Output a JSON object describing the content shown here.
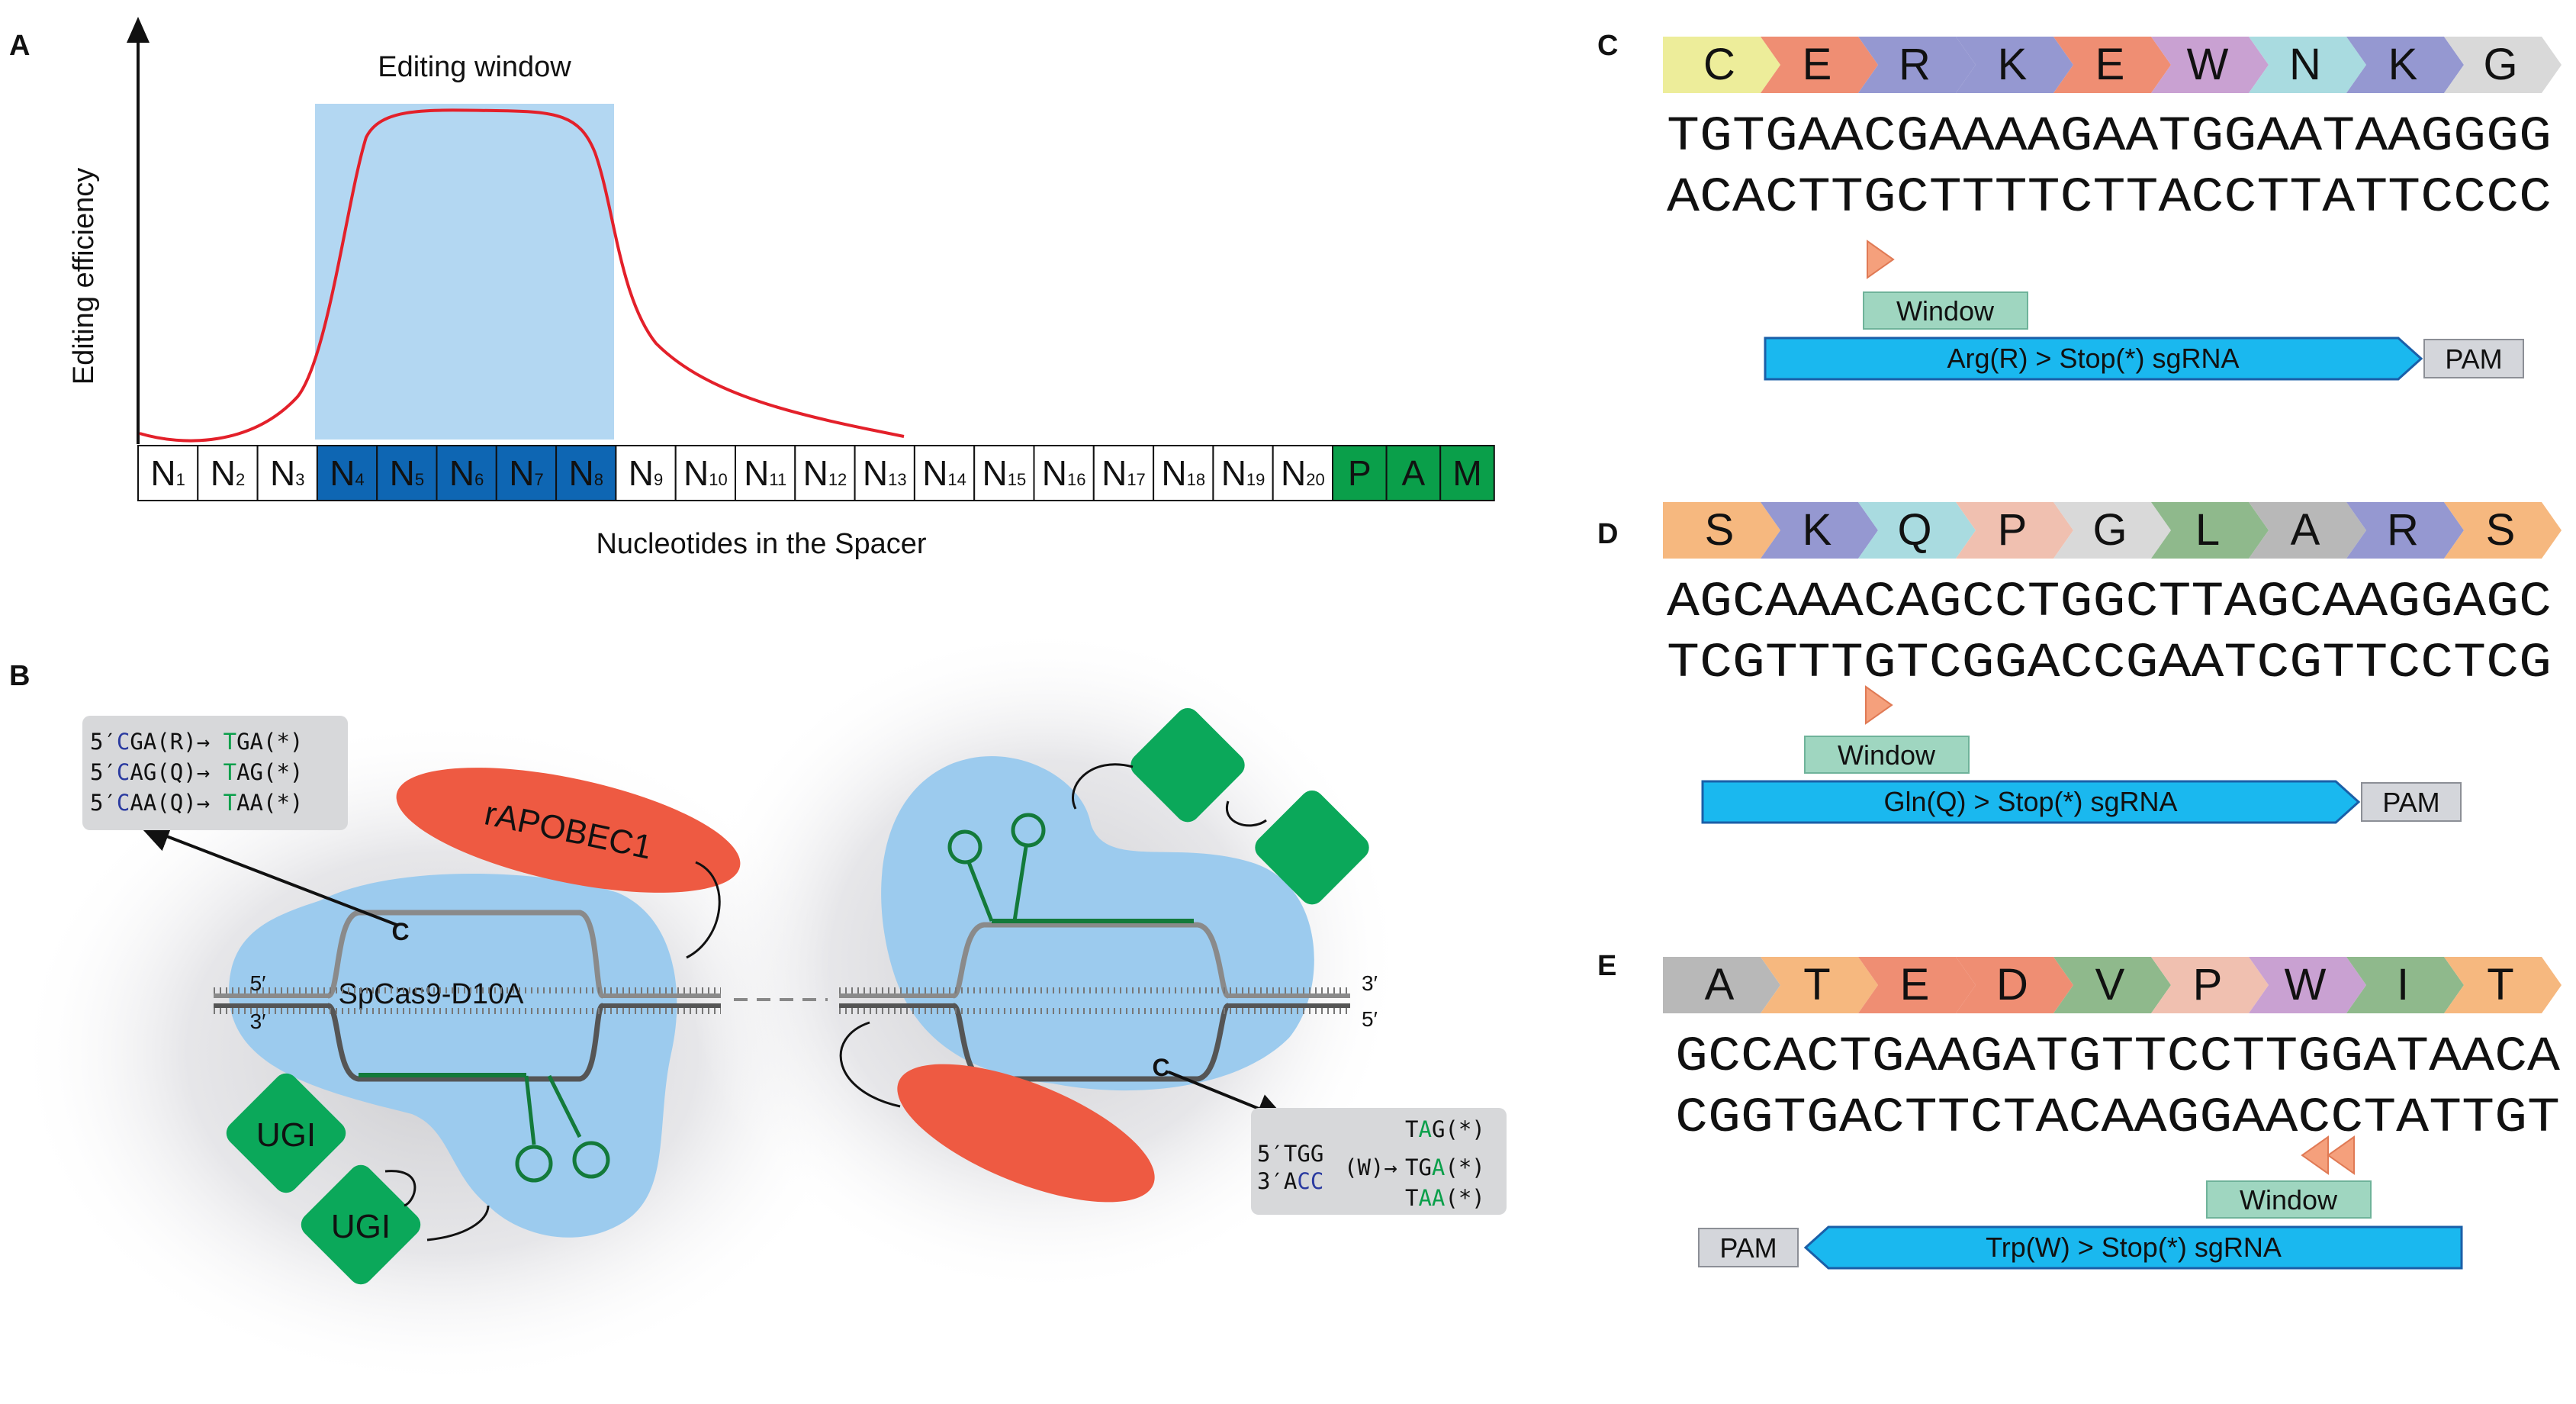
{
  "colors": {
    "window_blue": "#b3d7f2",
    "curve_red": "#e3202a",
    "spacer_blue": "#0e66b3",
    "pam_green": "#0a9f4a",
    "cas_blue": "#9ccbee",
    "apobec_red": "#ee5a42",
    "ugi_green": "#0ba85a",
    "sgrna_blue": "#1ab8ef",
    "window_box": "#9fd6c0",
    "pam_box": "#d4d6db",
    "arrow_orange": "#f5a07c"
  },
  "panelA": {
    "letter": "A",
    "window_title": "Editing window",
    "y_label": "Editing efficiency",
    "x_label": "Nucleotides in the Spacer",
    "cells": [
      {
        "base": "N",
        "sub": "1",
        "kind": "plain"
      },
      {
        "base": "N",
        "sub": "2",
        "kind": "plain"
      },
      {
        "base": "N",
        "sub": "3",
        "kind": "plain"
      },
      {
        "base": "N",
        "sub": "4",
        "kind": "window"
      },
      {
        "base": "N",
        "sub": "5",
        "kind": "window"
      },
      {
        "base": "N",
        "sub": "6",
        "kind": "window"
      },
      {
        "base": "N",
        "sub": "7",
        "kind": "window"
      },
      {
        "base": "N",
        "sub": "8",
        "kind": "window"
      },
      {
        "base": "N",
        "sub": "9",
        "kind": "plain"
      },
      {
        "base": "N",
        "sub": "10",
        "kind": "plain"
      },
      {
        "base": "N",
        "sub": "11",
        "kind": "plain"
      },
      {
        "base": "N",
        "sub": "12",
        "kind": "plain"
      },
      {
        "base": "N",
        "sub": "13",
        "kind": "plain"
      },
      {
        "base": "N",
        "sub": "14",
        "kind": "plain"
      },
      {
        "base": "N",
        "sub": "15",
        "kind": "plain"
      },
      {
        "base": "N",
        "sub": "16",
        "kind": "plain"
      },
      {
        "base": "N",
        "sub": "17",
        "kind": "plain"
      },
      {
        "base": "N",
        "sub": "18",
        "kind": "plain"
      },
      {
        "base": "N",
        "sub": "19",
        "kind": "plain"
      },
      {
        "base": "N",
        "sub": "20",
        "kind": "plain"
      },
      {
        "base": "P",
        "sub": "",
        "kind": "pam"
      },
      {
        "base": "A",
        "sub": "",
        "kind": "pam"
      },
      {
        "base": "M",
        "sub": "",
        "kind": "pam"
      }
    ]
  },
  "panelB": {
    "letter": "B",
    "cas_label": "SpCas9-D10A",
    "apobec_label": "rAPOBEC1",
    "ugi_label": "UGI",
    "c_label": "C",
    "prime5": "5′",
    "prime3": "3′",
    "box1": [
      {
        "pre": "5′",
        "c": "C",
        "codon_rest": "GA(R)",
        "arrow": "→",
        "mut": "T",
        "tail": "GA(*)"
      },
      {
        "pre": "5′",
        "c": "C",
        "codon_rest": "AG(Q)",
        "arrow": "→",
        "mut": "T",
        "tail": "AG(*)"
      },
      {
        "pre": "5′",
        "c": "C",
        "codon_rest": "AA(Q)",
        "arrow": "→",
        "mut": "T",
        "tail": "AA(*)"
      }
    ],
    "box2": {
      "top_right": {
        "a": "T",
        "b": "A",
        "c": "G(*)"
      },
      "mid_left_1": "5′TGG",
      "mid_left_2a": "3′A",
      "mid_left_2b": "CC",
      "mid_mid": "(W)→",
      "mid_right": {
        "a": "TG",
        "b": "A",
        "c": "(*)"
      },
      "bot_right": {
        "a": "T",
        "b": "AA",
        "c": "(*)"
      }
    }
  },
  "panelC": {
    "letter": "C",
    "aa": [
      {
        "l": "C",
        "c": "#eded9a"
      },
      {
        "l": "E",
        "c": "#ef8e73"
      },
      {
        "l": "R",
        "c": "#9598d1"
      },
      {
        "l": "K",
        "c": "#9598d1"
      },
      {
        "l": "E",
        "c": "#ef8e73"
      },
      {
        "l": "W",
        "c": "#c9a1d2"
      },
      {
        "l": "N",
        "c": "#a9dbe0"
      },
      {
        "l": "K",
        "c": "#9598d1"
      },
      {
        "l": "G",
        "c": "#d9d9d9"
      }
    ],
    "top_seq": "TGTGAACGAAAAGAATGGAATAAGGGG",
    "bot_seq": "ACACTTGCTTTTCTTACCTTATTCCCC",
    "window": "Window",
    "sgrna": "Arg(R) > Stop(*) sgRNA",
    "pam": "PAM"
  },
  "panelD": {
    "letter": "D",
    "aa": [
      {
        "l": "S",
        "c": "#f6b87f"
      },
      {
        "l": "K",
        "c": "#9598d1"
      },
      {
        "l": "Q",
        "c": "#a9dbe0"
      },
      {
        "l": "P",
        "c": "#f0c0b0"
      },
      {
        "l": "G",
        "c": "#d9d9d9"
      },
      {
        "l": "L",
        "c": "#8fb98c"
      },
      {
        "l": "A",
        "c": "#b8b8b8"
      },
      {
        "l": "R",
        "c": "#9598d1"
      },
      {
        "l": "S",
        "c": "#f6b87f"
      }
    ],
    "top_seq": "AGCAAACAGCCTGGCTTAGCAAGGAGC",
    "bot_seq": "TCGTTTGTCGGACCGAATCGTTCCTCG",
    "window": "Window",
    "sgrna": "Gln(Q) > Stop(*) sgRNA",
    "pam": "PAM"
  },
  "panelE": {
    "letter": "E",
    "aa": [
      {
        "l": "A",
        "c": "#b8b8b8"
      },
      {
        "l": "T",
        "c": "#f6b87f"
      },
      {
        "l": "E",
        "c": "#ef8e73"
      },
      {
        "l": "D",
        "c": "#ef8e73"
      },
      {
        "l": "V",
        "c": "#8fb98c"
      },
      {
        "l": "P",
        "c": "#f0c0b0"
      },
      {
        "l": "W",
        "c": "#c9a1d2"
      },
      {
        "l": "I",
        "c": "#8fb98c"
      },
      {
        "l": "T",
        "c": "#f6b87f"
      }
    ],
    "top_seq": "GCCACTGAAGATGTTCCTTGGATAACA",
    "bot_seq": "CGGTGACTTCTACAAGGAACCTATTGT",
    "window": "Window",
    "sgrna": "Trp(W) > Stop(*) sgRNA",
    "pam": "PAM"
  }
}
